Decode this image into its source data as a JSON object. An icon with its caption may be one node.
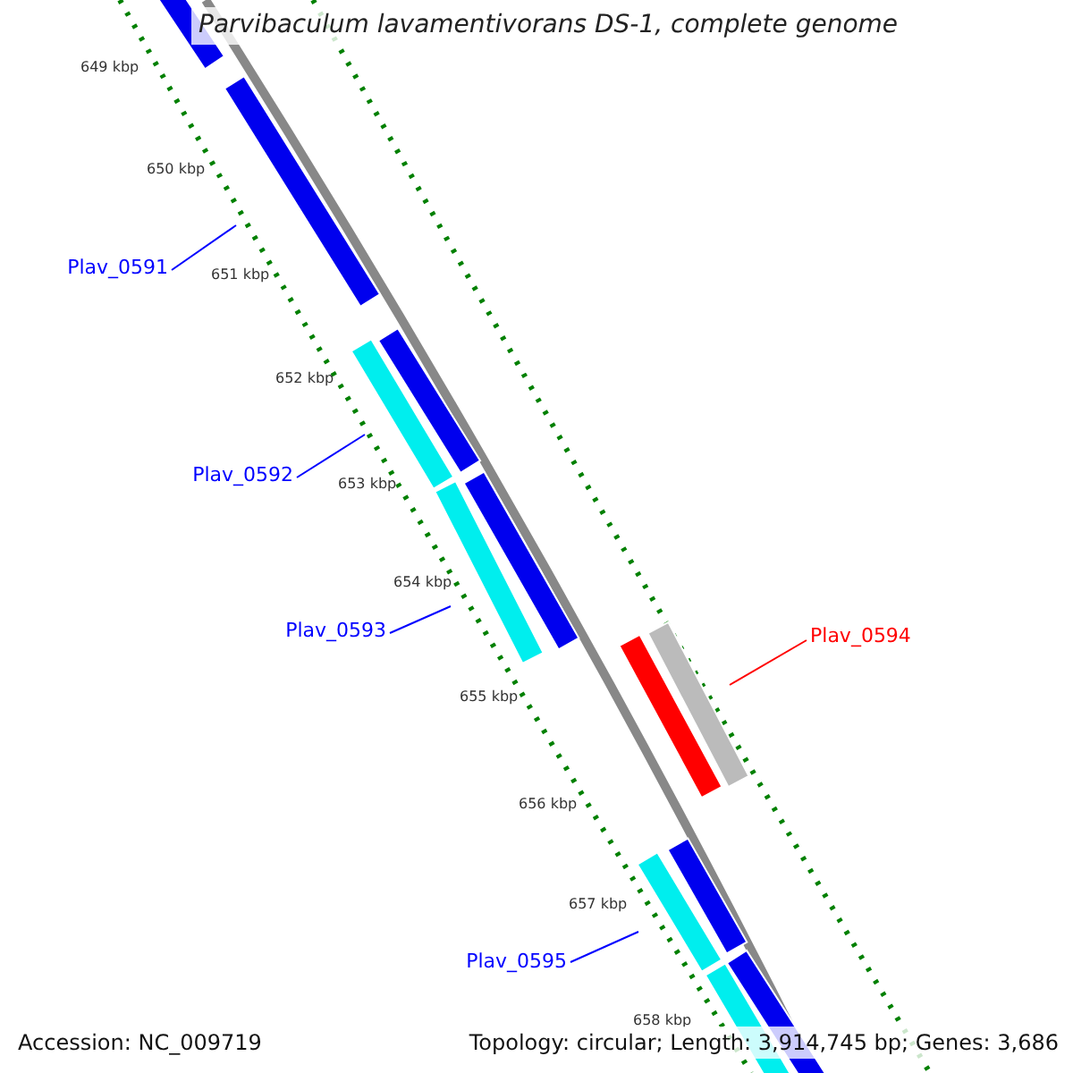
{
  "diagram": {
    "title": "Parvibaculum lavamentivorans DS-1, complete genome",
    "nodes": [
      {
        "text": [
          "Plav_0591"
        ]
      },
      {
        "text": [
          "Plav_0592"
        ]
      },
      {
        "text": [
          "Plav_0593"
        ]
      },
      {
        "text": [
          "Plav_0594"
        ]
      },
      {
        "text": [
          "Plav_0595"
        ]
      }
    ],
    "edges": [
      {
        "from": 0,
        "to": null,
        "arrow": "none"
      },
      {
        "from": 1,
        "to": null,
        "arrow": "none"
      },
      {
        "from": 2,
        "to": null,
        "arrow": "none"
      },
      {
        "from": 3,
        "to": null,
        "arrow": "none",
        "color": "#ff0000"
      },
      {
        "from": 4,
        "to": null,
        "arrow": "none"
      }
    ],
    "labels": [
      "649 kbp",
      "650 kbp",
      "651 kbp",
      "652 kbp",
      "653 kbp",
      "654 kbp",
      "655 kbp",
      "656 kbp",
      "657 kbp",
      "658 kbp",
      "Accession: NC_009719",
      "Topology: circular; Length: 3,914,745 bp; Genes: 3,686"
    ]
  }
}
